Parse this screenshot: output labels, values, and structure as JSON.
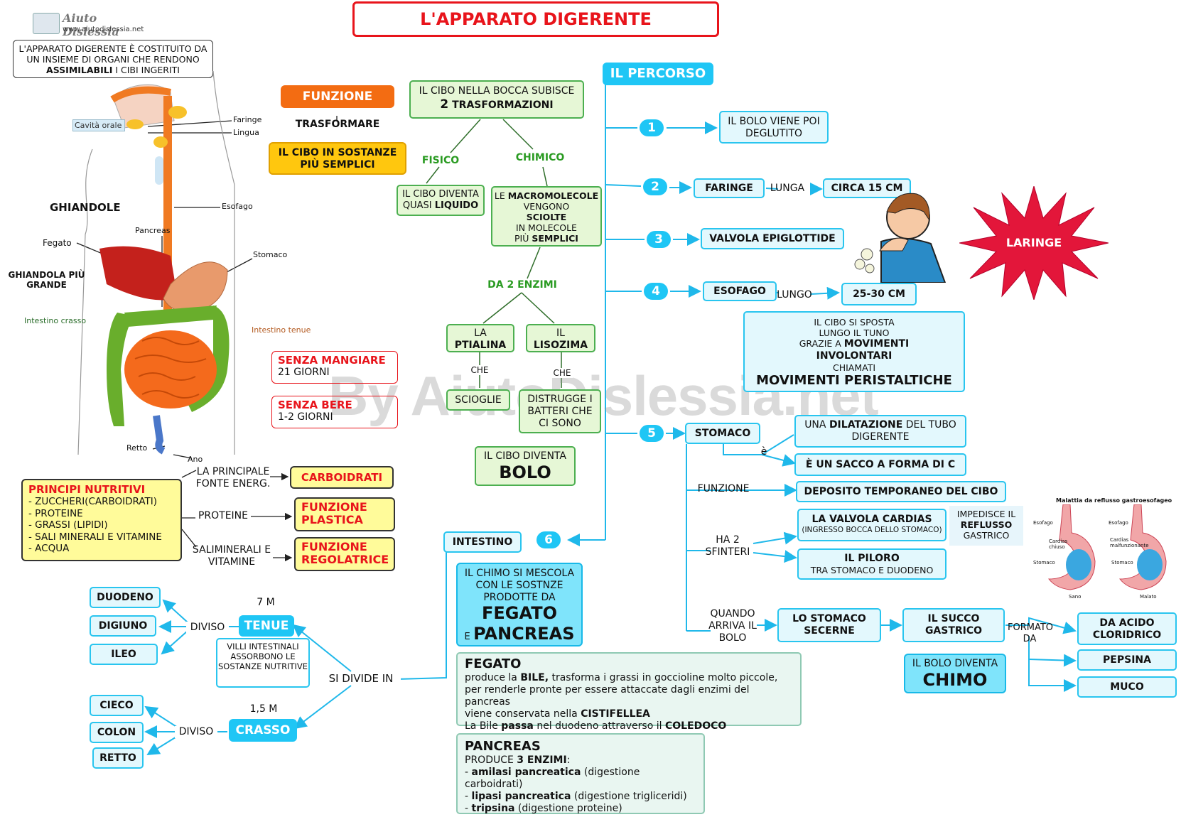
{
  "logo": {
    "name": "Aiuto Dislessia",
    "url": "www.aiutodislessia.net"
  },
  "watermark": "By AiutoDislessia.net",
  "title": "L'APPARATO DIGERENTE",
  "intro": {
    "text1": "L'APPARATO DIGERENTE È COSTITUITO DA UN INSIEME DI ORGANI CHE RENDONO ",
    "bold": "ASSIMILABILI",
    "text2": " I CIBI INGERITI"
  },
  "anatomy": {
    "cavita_orale": "Cavità orale",
    "faringe": "Faringe",
    "lingua": "Lingua",
    "esofago": "Esofago",
    "pancreas": "Pancreas",
    "fegato": "Fegato",
    "stomaco": "Stomaco",
    "intestino_crasso": "Intestino crasso",
    "intestino_tenue": "Intestino tenue",
    "retto": "Retto",
    "ano": "Ano",
    "ghiandole": "GHIANDOLE",
    "ghiandola_grande": "GHIANDOLA PIÙ GRANDE"
  },
  "funzione": {
    "header": "FUNZIONE",
    "verb": "TRASFORMARE",
    "object": "IL CIBO IN SOSTANZE PIÙ SEMPLICI"
  },
  "survival": [
    {
      "title": "SENZA MANGIARE",
      "value": "21 GIORNI"
    },
    {
      "title": "SENZA BERE",
      "value": "1-2 GIORNI"
    }
  ],
  "bocca": {
    "top": {
      "line1": "IL CIBO NELLA BOCCA SUBISCE",
      "num": "2",
      "word": "TRASFORMAZIONI"
    },
    "fisico": "FISICO",
    "chimico": "CHIMICO",
    "liquido": {
      "text": "IL CIBO DIVENTA QUASI ",
      "bold": "LIQUIDO"
    },
    "macro": {
      "p1": "LE ",
      "b1": "MACROMOLECOLE",
      "p2": "VENGONO",
      "b2": "SCIOLTE",
      "p3": "IN MOLECOLE",
      "p4": "PIÙ ",
      "b3": "SEMPLICI"
    },
    "enzimi": "DA 2 ENZIMI",
    "ptialina": {
      "a": "LA",
      "b": "PTIALINA"
    },
    "lisozima": {
      "a": "IL",
      "b": "LISOZIMA"
    },
    "che": "CHE",
    "scioglie": "SCIOGLIE",
    "distrugge": "DISTRUGGE I BATTERI CHE CI SONO",
    "bolo": {
      "line": "IL CIBO DIVENTA",
      "word": "BOLO"
    }
  },
  "percorso": {
    "header": "IL PERCORSO",
    "steps": [
      "1",
      "2",
      "3",
      "4",
      "5",
      "6"
    ],
    "s1": "IL BOLO VIENE POI DEGLUTITO",
    "s2": {
      "a": "FARINGE",
      "mid": "LUNGA",
      "b": "CIRCA 15 CM"
    },
    "s3": "VALVOLA EPIGLOTTIDE",
    "s4": {
      "a": "ESOFAGO",
      "mid": "LUNGO",
      "b": "25-30 CM"
    },
    "laringe": "LARINGE",
    "peristalsi": {
      "l1": "IL CIBO SI SPOSTA",
      "l2": "LUNGO IL TUNO",
      "l3a": "GRAZIE A ",
      "l3b": "MOVIMENTI",
      "l4": "INVOLONTARI",
      "l5": "CHIAMATI",
      "l6": "MOVIMENTI PERISTALTICHE"
    },
    "stomaco": "STOMACO",
    "e": "è",
    "dilatazione": {
      "a": "UNA ",
      "b": "DILATAZIONE",
      "c": " DEL TUBO DIGERENTE"
    },
    "sacco": "È UN SACCO A FORMA DI C",
    "funzione": "FUNZIONE",
    "deposito": "DEPOSITO TEMPORANEO DEL CIBO",
    "sfinteri": "HA 2 SFINTERI",
    "cardias": {
      "a": "LA VALVOLA CARDIAS",
      "b": "(INGRESSO BOCCA DELLO STOMACO)"
    },
    "reflusso": {
      "a": "IMPEDISCE IL",
      "b": "REFLUSSO",
      "c": "GASTRICO"
    },
    "piloro": {
      "a": "IL PILORO",
      "b": "TRA STOMACO E DUODENO"
    },
    "quando": "QUANDO ARRIVA IL BOLO",
    "secerne": "LO STOMACO SECERNE",
    "succo": "IL SUCCO GASTRICO",
    "formato": "FORMATO DA",
    "acido": "DA ACIDO CLORIDRICO",
    "pepsina": "PEPSINA",
    "muco": "MUCO",
    "chimo": {
      "line": "IL BOLO DIVENTA",
      "word": "CHIMO"
    },
    "reflux_img": {
      "title": "Malattia da reflusso gastroesofageo",
      "esofago": "Esofago",
      "cardias_chiuso": "Cardias chiuso",
      "cardias_mal": "Cardias malfunzionante",
      "stomaco": "Stomaco",
      "sano": "Sano",
      "malato": "Malato"
    }
  },
  "intestino": {
    "label": "INTESTINO",
    "chimo_mix": {
      "l1": "IL CHIMO SI MESCOLA",
      "l2": "CON LE SOSTNZE",
      "l3": "PRODOTTE DA",
      "fegato": "FEGATO",
      "e": "E",
      "pancreas": "PANCREAS"
    },
    "si_divide": "SI DIVIDE IN",
    "tenue": "TENUE",
    "tenue_len": "7 M",
    "crasso": "CRASSO",
    "crasso_len": "1,5 M",
    "diviso": "DIVISO",
    "tenue_parts": [
      "DUODENO",
      "DIGIUNO",
      "ILEO"
    ],
    "crasso_parts": [
      "CIECO",
      "COLON",
      "RETTO"
    ],
    "villi": "VILLI INTESTINALI ASSORBONO LE SOSTANZE NUTRITIVE"
  },
  "principi": {
    "title": "PRINCIPI NUTRITIVI",
    "items": [
      "- ZUCCHERI(CARBOIDRATI)",
      "-  PROTEINE",
      "- GRASSI (LIPIDI)",
      "- SALI MINERALI E VITAMINE",
      "- ACQUA"
    ],
    "r1_label": "LA PRINCIPALE FONTE ENERG.",
    "r1": "CARBOIDRATI",
    "r2_label": "PROTEINE",
    "r2": "FUNZIONE PLASTICA",
    "r3_label": "SALIMINERALI E VITAMINE",
    "r3": "FUNZIONE REGOLATRICE"
  },
  "fegato_box": {
    "title": "FEGATO",
    "t1": "produce la ",
    "b1": "BILE,",
    "t2": " trasforma i grassi in goccioline molto piccole,",
    "t3": "per renderle pronte per essere attaccate dagli enzimi del pancreas",
    "t4": "viene conservata nella ",
    "b2": "CISTIFELLEA",
    "t5": "La Bile ",
    "b3": "passa",
    "t6": " nel duodeno attraverso il ",
    "b4": "COLEDOCO"
  },
  "pancreas_box": {
    "title": "PANCREAS",
    "t1": "PRODUCE ",
    "b1": "3 ENZIMI",
    "t2": ":",
    "e1b": "amilasi pancreatica",
    "e1": " (digestione carboidrati)",
    "e2b": "lipasi pancreatica",
    "e2": " (digestione trigliceridi)",
    "e3b": "tripsina",
    "e3": " (digestione proteine)"
  }
}
